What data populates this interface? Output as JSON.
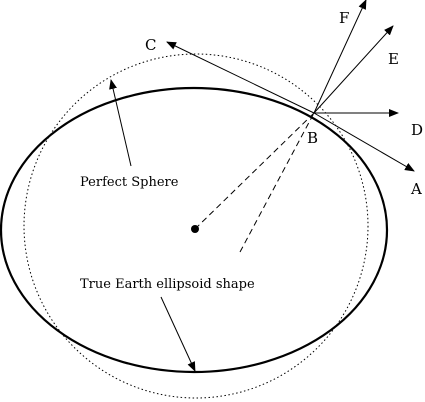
{
  "diagram": {
    "labels": {
      "perfect_sphere": "Perfect Sphere",
      "ellipsoid": "True Earth ellipsoid shape",
      "point_b": "B",
      "arrow_a": "A",
      "arrow_c": "C",
      "arrow_d": "D",
      "arrow_e": "E",
      "arrow_f": "F"
    },
    "colors": {
      "stroke": "#000000",
      "background": "#ffffff"
    }
  }
}
